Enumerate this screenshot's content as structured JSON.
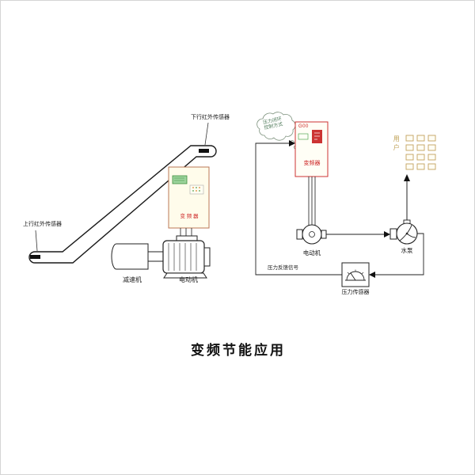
{
  "title": "变频节能应用",
  "colors": {
    "accent_red": "#cc2222",
    "tan": "#bfa055",
    "display_green": "#9cd49c"
  },
  "escalator_section": {
    "down_sensor_label": "下行红外传感器",
    "up_sensor_label": "上行红外传感器",
    "inverter_label": "变 频 器",
    "reducer_label": "减速机",
    "motor_label": "电动机"
  },
  "pump_section": {
    "cloud_text_line1": "压力闭环",
    "cloud_text_line2": "控制方式",
    "inverter_display_code": "G00",
    "inverter_label": "变频器",
    "motor_label": "电动机",
    "pump_label": "水泵",
    "users_label": "用户",
    "feedback_signal_label": "压力反馈信号",
    "pressure_sensor_label": "压力传感器"
  }
}
